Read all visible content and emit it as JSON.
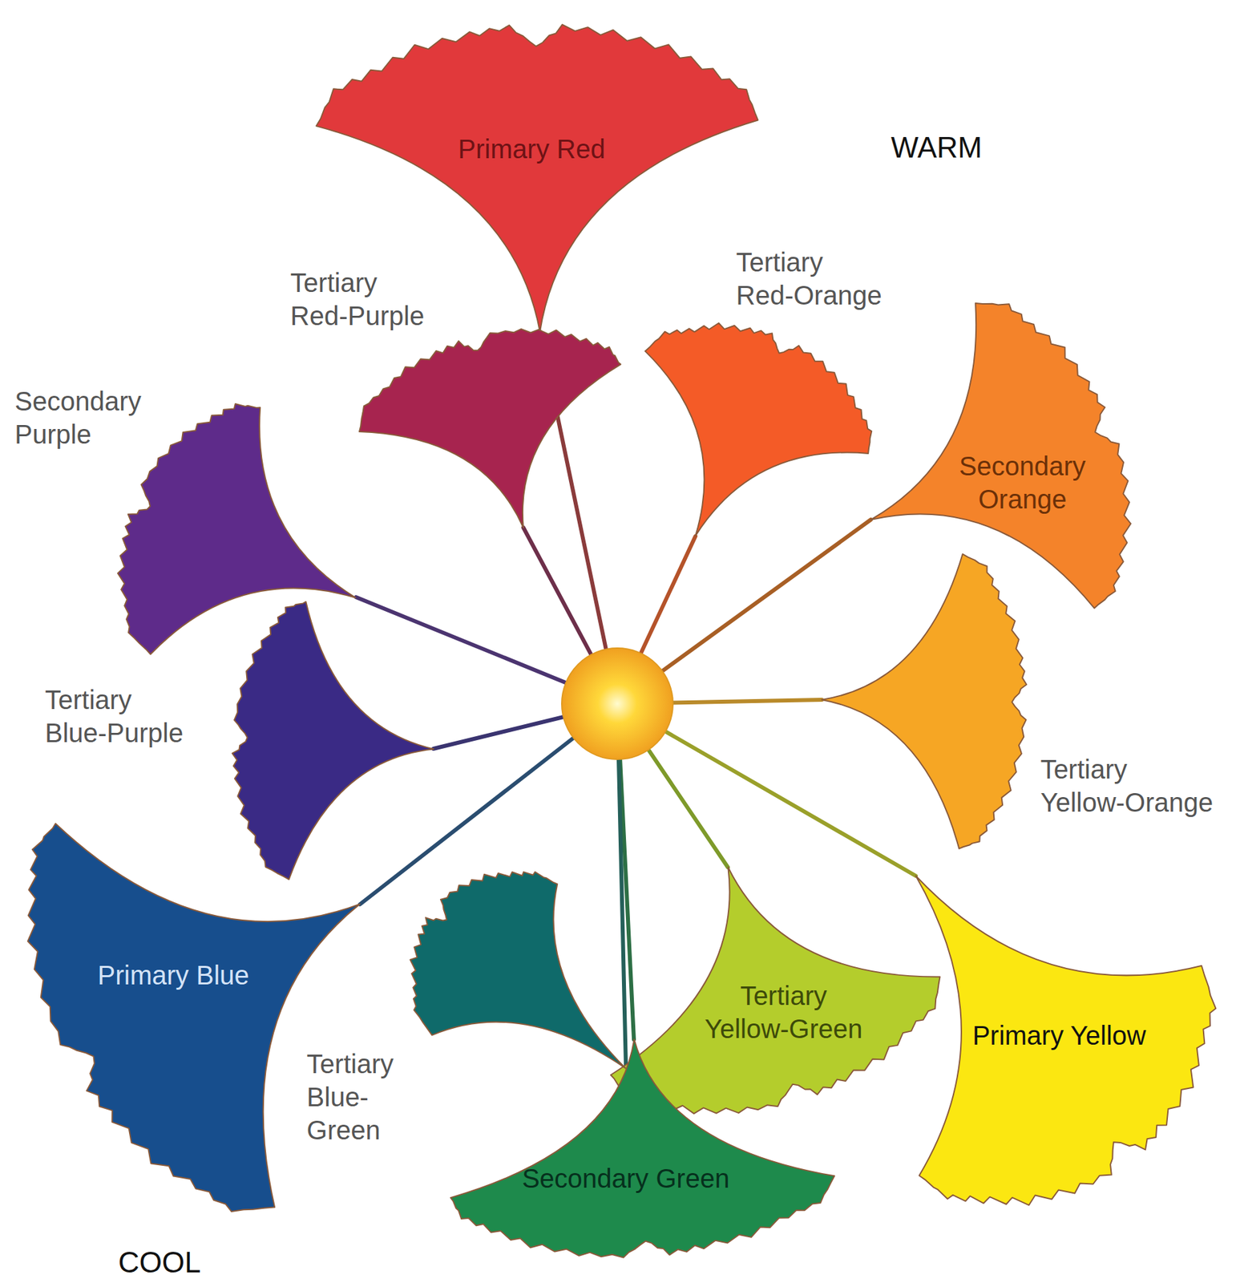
{
  "diagram": {
    "nodes": [
      {
        "text": [
          "Primary Red"
        ]
      },
      {
        "text": [
          "Tertiary Red-Orange"
        ]
      },
      {
        "text": [
          "Secondary Orange"
        ]
      },
      {
        "text": [
          "Tertiary Yellow-Orange"
        ]
      },
      {
        "text": [
          "Primary Yellow"
        ]
      },
      {
        "text": [
          "Tertiary Yellow-Green"
        ]
      },
      {
        "text": [
          "Secondary Green"
        ]
      },
      {
        "text": [
          "Tertiary Blue-Green"
        ]
      },
      {
        "text": [
          "Primary Blue"
        ]
      },
      {
        "text": [
          "Tertiary Blue-Purple"
        ]
      },
      {
        "text": [
          "Secondary Purple"
        ]
      },
      {
        "text": [
          "Tertiary Red-Purple"
        ]
      }
    ],
    "labels": [
      "WARM",
      "COOL"
    ]
  }
}
